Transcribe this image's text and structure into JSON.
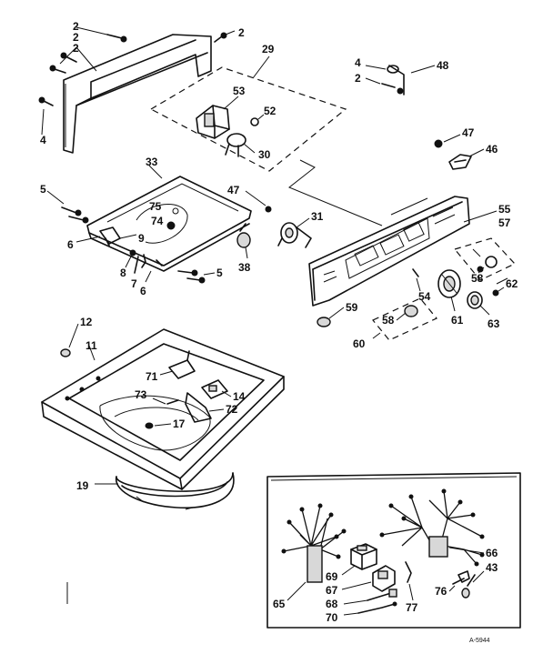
{
  "diagram": {
    "drawing_number": "A-5944",
    "callouts": {
      "c2a": "2",
      "c2b": "2",
      "c2c": "2",
      "c2d": "2",
      "c2e": "2",
      "c29": "29",
      "c4a": "4",
      "c4b": "4",
      "c48": "48",
      "c53": "53",
      "c52": "52",
      "c30": "30",
      "c47a": "47",
      "c46": "46",
      "c47b": "47",
      "c33": "33",
      "c5a": "5",
      "c75": "75",
      "c74": "74",
      "c6a": "6",
      "c9": "9",
      "c8": "8",
      "c7": "7",
      "c6b": "6",
      "c5b": "5",
      "c38": "38",
      "c31": "31",
      "c55": "55",
      "c57": "57",
      "c58a": "58",
      "c62": "62",
      "c54": "54",
      "c59": "59",
      "c58b": "58",
      "c61": "61",
      "c63": "63",
      "c60": "60",
      "c12": "12",
      "c11": "11",
      "c71": "71",
      "c14": "14",
      "c73": "73",
      "c72": "72",
      "c17": "17",
      "c19": "19",
      "c66": "66",
      "c43": "43",
      "c69": "69",
      "c67": "67",
      "c65": "65",
      "c68": "68",
      "c70": "70",
      "c77": "77",
      "c76": "76"
    }
  }
}
